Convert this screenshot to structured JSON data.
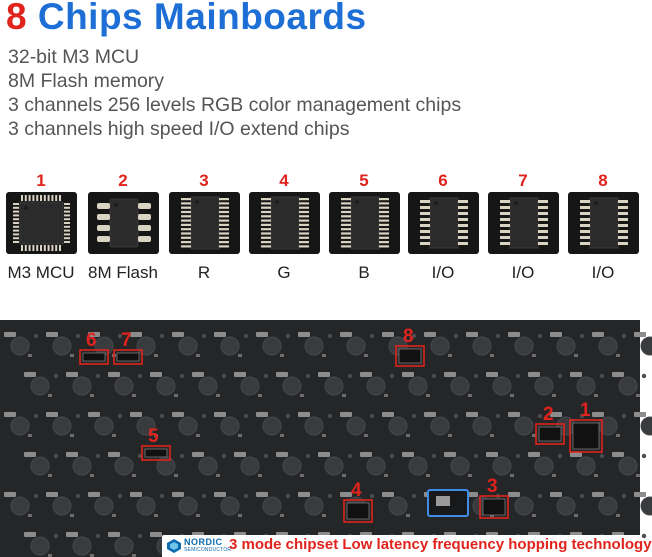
{
  "title": {
    "number": "8",
    "text": " Chips Mainboards"
  },
  "features": [
    "32-bit M3 MCU",
    "8M Flash memory",
    "3 channels 256 levels RGB color management chips",
    "3 channels high speed I/O extend chips"
  ],
  "chips": [
    {
      "number": "1",
      "label": "M3 MCU",
      "kind": "qfp"
    },
    {
      "number": "2",
      "label": "8M Flash",
      "kind": "soic8"
    },
    {
      "number": "3",
      "label": "R",
      "kind": "ssop"
    },
    {
      "number": "4",
      "label": "G",
      "kind": "ssop"
    },
    {
      "number": "5",
      "label": "B",
      "kind": "ssop"
    },
    {
      "number": "6",
      "label": "I/O",
      "kind": "soic16"
    },
    {
      "number": "7",
      "label": "I/O",
      "kind": "soic16"
    },
    {
      "number": "8",
      "label": "I/O",
      "kind": "soic16"
    }
  ],
  "board_markers": [
    {
      "number": "6"
    },
    {
      "number": "7"
    },
    {
      "number": "8"
    },
    {
      "number": "2"
    },
    {
      "number": "1"
    },
    {
      "number": "5"
    },
    {
      "number": "4"
    },
    {
      "number": "3"
    }
  ],
  "colors": {
    "accent_red": "#e0231c",
    "title_blue": "#1d6fd6",
    "board": "#252628",
    "nordic_blue": "#0d6bb0"
  },
  "footer": {
    "brand": "NORDIC",
    "brand_sub": "SEMICONDUCTOR",
    "text": "3 mode chipset Low latency frequency hopping technology"
  }
}
